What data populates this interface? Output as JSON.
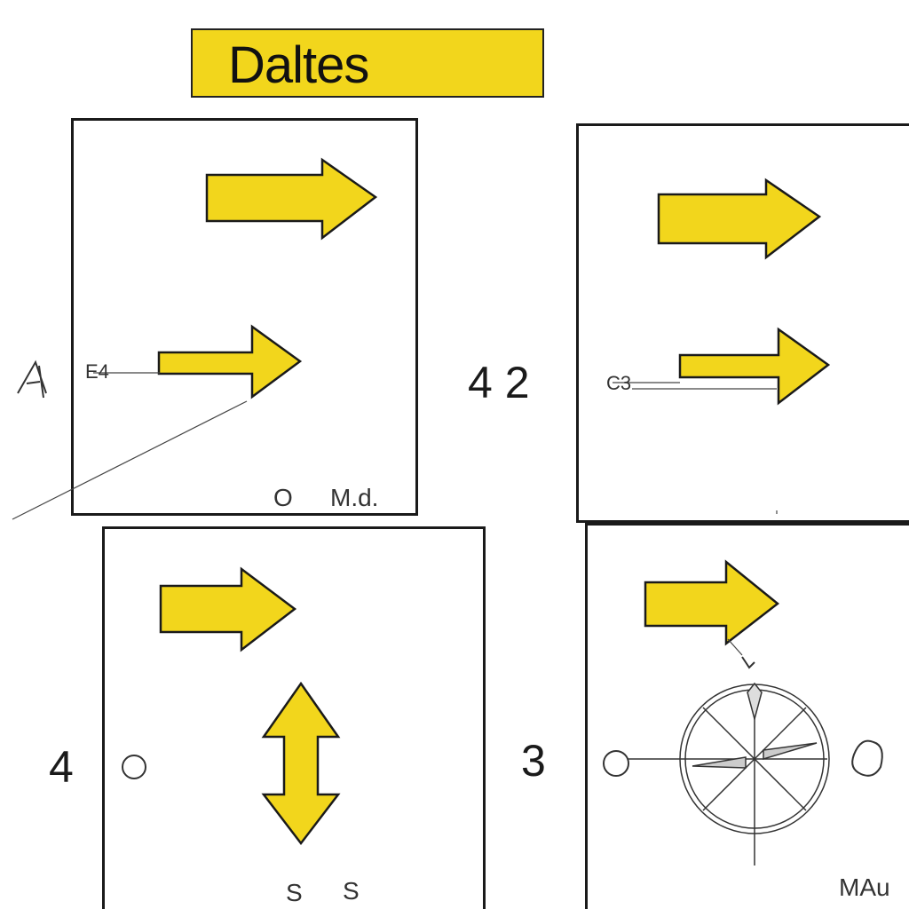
{
  "title": "Daltes",
  "panels": [
    {
      "id": "top-left",
      "side_mark": "A",
      "small_label": "E4",
      "corner_labels": [
        "O",
        "M.d."
      ]
    },
    {
      "id": "top-right",
      "side_number": "4 2",
      "small_label": "C3",
      "corner_labels": []
    },
    {
      "id": "bottom-left",
      "side_number": "4",
      "corner_labels": [
        "S",
        "S"
      ]
    },
    {
      "id": "bottom-right",
      "side_number": "3",
      "corner_labels": [
        "MAu"
      ]
    }
  ],
  "colors": {
    "arrow_fill": "#f2d61c",
    "outline": "#1a1a1a",
    "banner": "#f2d61c"
  }
}
